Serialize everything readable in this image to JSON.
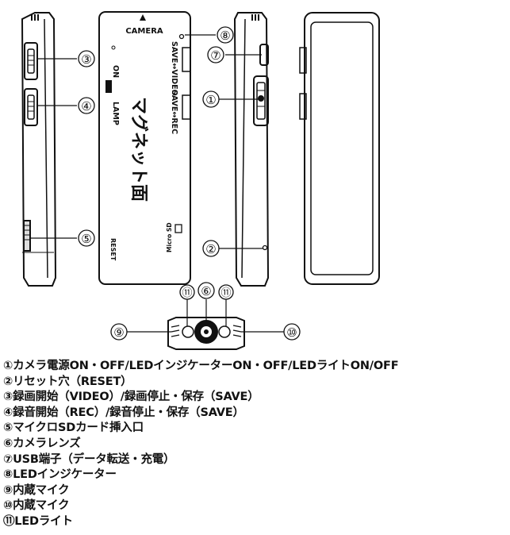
{
  "device_labels": {
    "camera": "CAMERA",
    "magnet_face": "マグネット面",
    "save_video": "SAVE↔VIDEO",
    "save_rec": "SAVE↔REC",
    "on": "ON",
    "lamp": "LAMP",
    "micro_sd": "Micro SD",
    "reset": "RESET"
  },
  "callouts": [
    "①",
    "②",
    "③",
    "④",
    "⑤",
    "⑥",
    "⑦",
    "⑧",
    "⑨",
    "⑩",
    "⑪"
  ],
  "legend": [
    "①カメラ電源ON・OFF/LEDインジケーターON・OFF/LEDライトON/OFF",
    "②リセット穴（RESET）",
    "③録画開始（VIDEO）/録画停止・保存（SAVE）",
    "④録音開始（REC）/録音停止・保存（SAVE）",
    "⑤マイクロSDカード挿入口",
    "⑥カメラレンズ",
    "⑦USB端子（データ転送・充電）",
    "⑧LEDインジケーター",
    "⑨内蔵マイク",
    "⑩内蔵マイク",
    "⑪LEDライト"
  ]
}
